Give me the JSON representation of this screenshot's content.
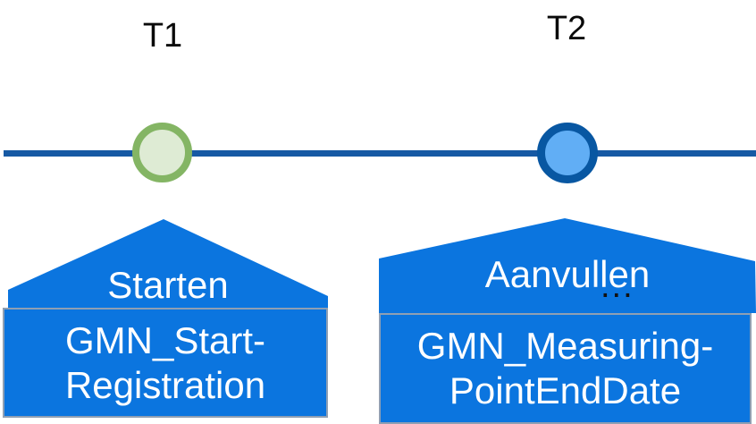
{
  "timeline": {
    "t1_label": "T1",
    "t2_label": "T2"
  },
  "events": {
    "t1": {
      "action_label": "Starten",
      "field_line1": "GMN_Start-",
      "field_line2": "Registration"
    },
    "t2": {
      "action_label": "Aanvullen",
      "ellipsis": "...",
      "field_line1": "GMN_Measuring-",
      "field_line2": "PointEndDate"
    }
  },
  "colors": {
    "flag_blue": "#0B75DF",
    "timeline_line": "#1659A4",
    "t1_marker_ring": "#84B564",
    "t1_marker_fill": "#DEEBD4",
    "t2_marker_ring": "#0857A2",
    "t2_marker_fill": "#61AEF5",
    "box_border": "#8F9FB3",
    "label_text": "#0A0A0A",
    "flag_text": "#FFFFFF"
  }
}
